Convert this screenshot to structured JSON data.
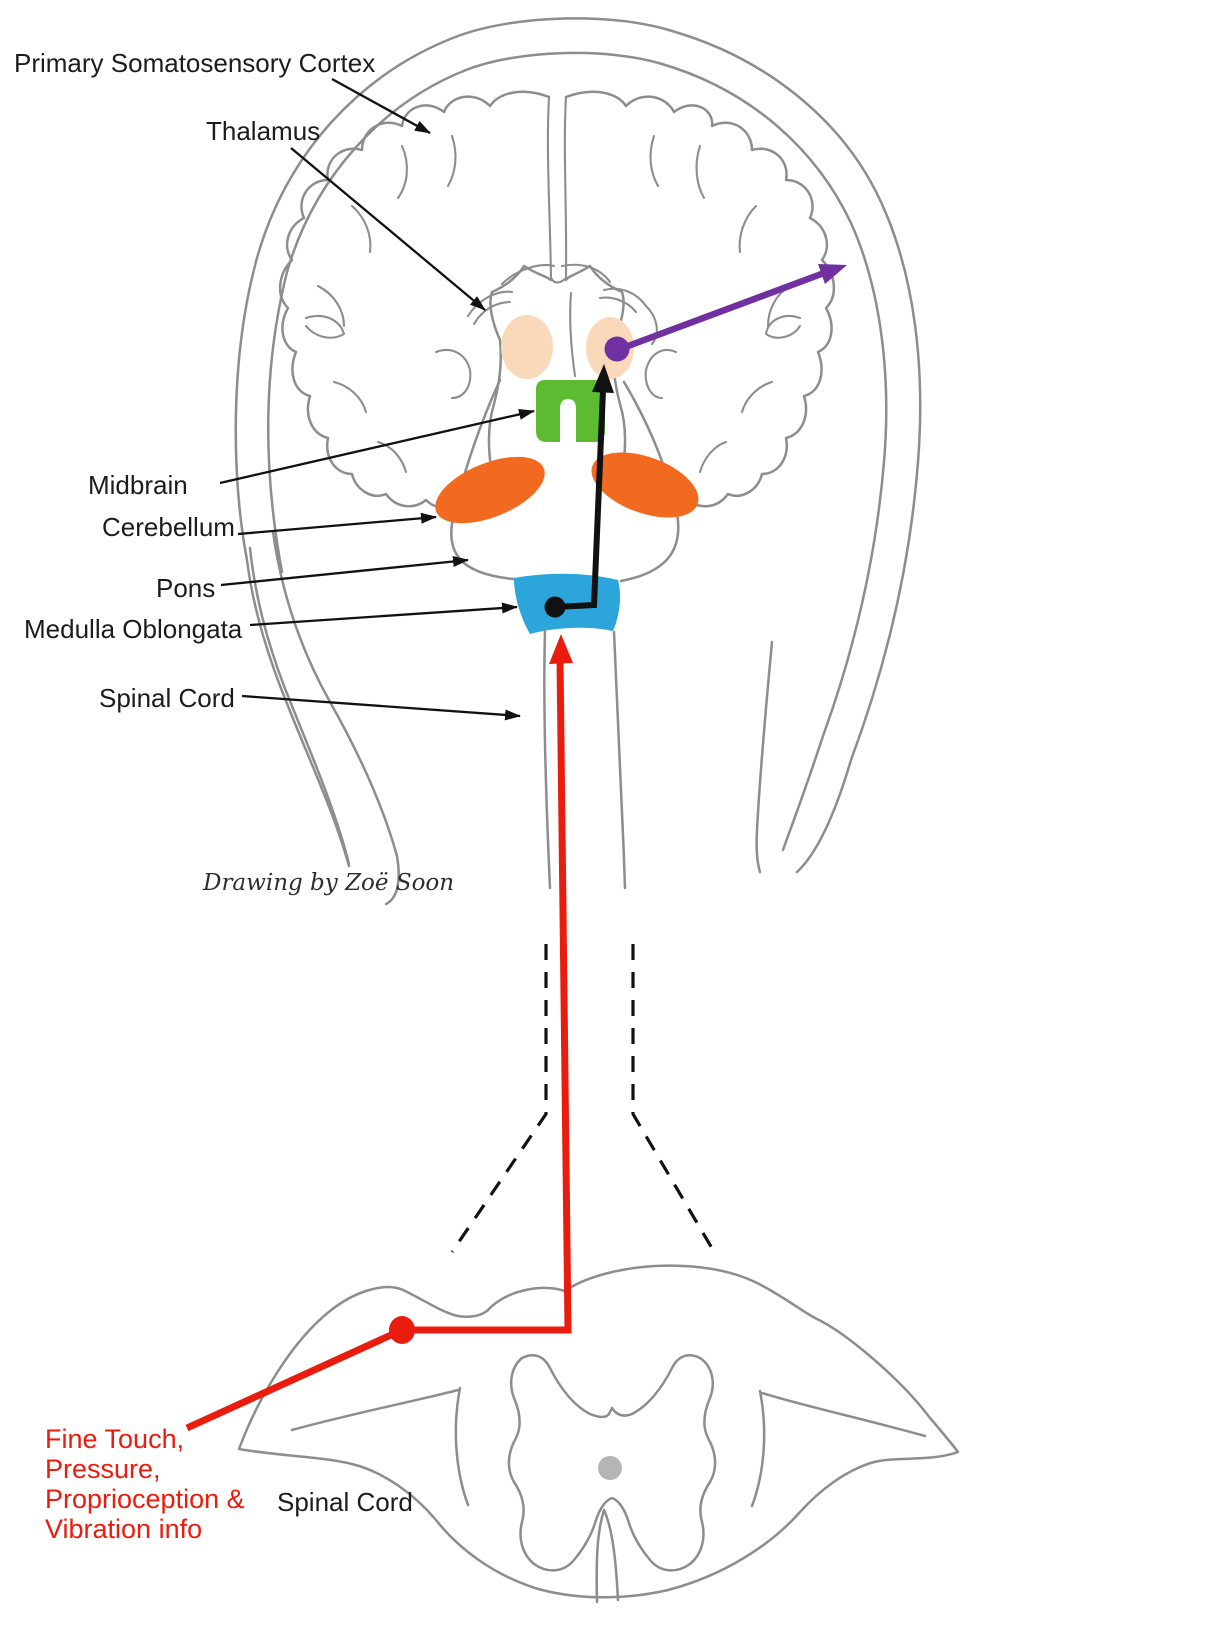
{
  "colors": {
    "outline": "#8d8d8d",
    "ink": "#111111",
    "label_text": "#1c1c1c",
    "red": "#ea1c0d",
    "purple": "#7030a0",
    "thalamus_peach": "#fad8ba",
    "midbrain_green": "#5cbb31",
    "cerebellum_orange": "#f26a1f",
    "medulla_blue": "#2ba5da",
    "canal_gray": "#b5b5b5"
  },
  "labels": {
    "primary_somatosensory_cortex": "Primary Somatosensory Cortex",
    "thalamus": "Thalamus",
    "midbrain": "Midbrain",
    "cerebellum": "Cerebellum",
    "pons": "Pons",
    "medulla_oblongata": "Medulla Oblongata",
    "spinal_cord_upper": "Spinal Cord",
    "spinal_cord_lower": "Spinal Cord"
  },
  "credit": "Drawing by Zoë Soon",
  "pathway_info": {
    "lines": [
      "Fine Touch,",
      "Pressure,",
      "Proprioception &",
      "Vibration info"
    ]
  }
}
